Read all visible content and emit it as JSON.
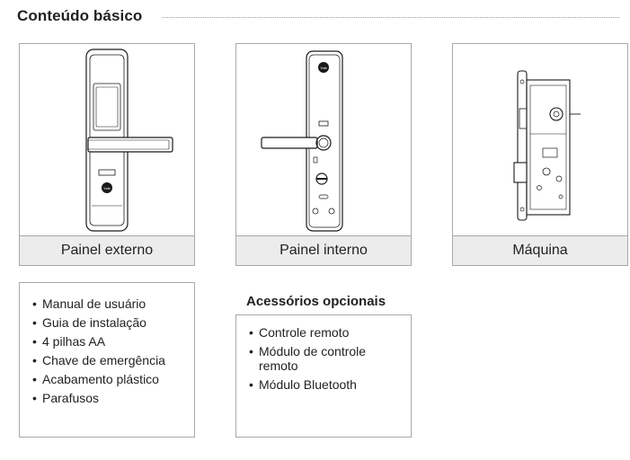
{
  "section": {
    "title": "Conteúdo básico"
  },
  "products": [
    {
      "caption": "Painel externo",
      "image": "external-panel-drawing"
    },
    {
      "caption": "Painel interno",
      "image": "internal-panel-drawing"
    },
    {
      "caption": "Máquina",
      "image": "mortise-lock-drawing"
    }
  ],
  "brand_mark": "Yale",
  "included_items": [
    "Manual de usuário",
    "Guia de instalação",
    "4 pilhas AA",
    "Chave de emergência",
    "Acabamento plástico",
    "Parafusos"
  ],
  "optional": {
    "title": "Acessórios opcionais",
    "items": [
      "Controle remoto",
      "Módulo de controle remoto",
      "Módulo Bluetooth"
    ]
  }
}
